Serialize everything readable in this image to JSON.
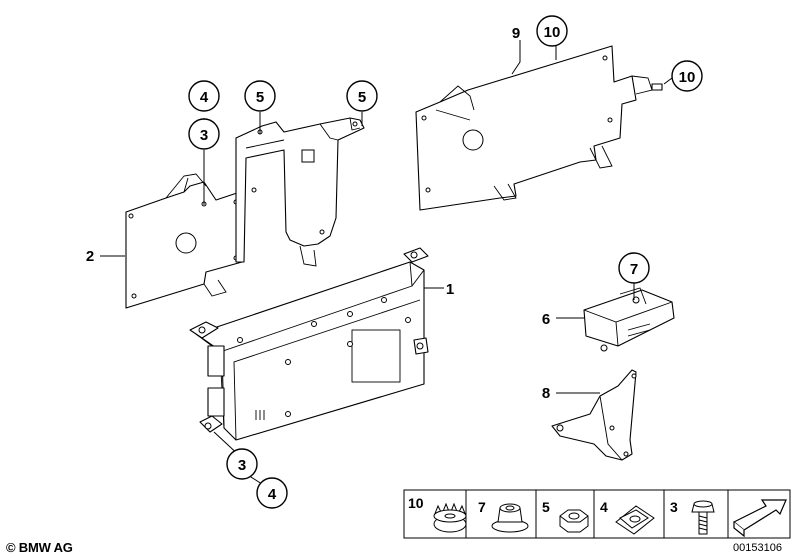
{
  "callouts": [
    {
      "label": "1"
    },
    {
      "label": "2"
    },
    {
      "label": "3"
    },
    {
      "label": "4"
    },
    {
      "label": "5"
    },
    {
      "label": "5"
    },
    {
      "label": "3"
    },
    {
      "label": "4"
    },
    {
      "label": "6"
    },
    {
      "label": "7"
    },
    {
      "label": "8"
    },
    {
      "label": "9"
    },
    {
      "label": "10"
    },
    {
      "label": "10"
    }
  ],
  "legend": [
    {
      "label": "10",
      "icon": "grommet-icon"
    },
    {
      "label": "7",
      "icon": "collar-nut-icon"
    },
    {
      "label": "5",
      "icon": "hex-nut-icon"
    },
    {
      "label": "4",
      "icon": "clip-nut-icon"
    },
    {
      "label": "3",
      "icon": "screw-icon"
    },
    {
      "label": "",
      "icon": "arrow-direction-icon"
    }
  ],
  "footer": {
    "brand": "© BMW AG",
    "code": "00153106"
  }
}
